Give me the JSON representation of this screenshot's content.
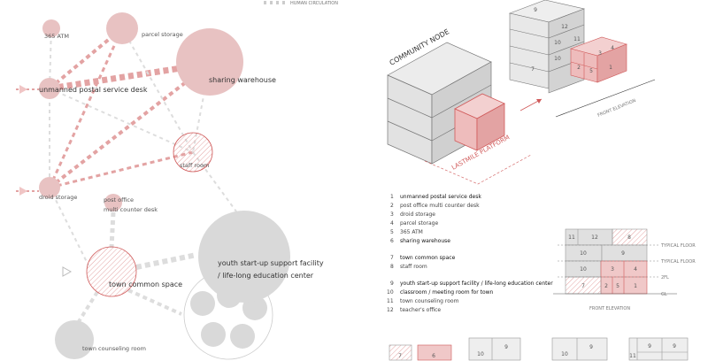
{
  "legend_top": {
    "label": "HUMAN CIRCULATION"
  },
  "bubbles": {
    "atm": "365 ATM",
    "parcel": "parcel storage",
    "warehouse": "sharing warehouse",
    "postal_desk": "unmanned postal service desk",
    "staff": "staff room",
    "droid": "droid storage",
    "post_office_1": "post office",
    "post_office_2": "multi counter desk",
    "youth_1": "youth start-up support facility",
    "youth_2": "/ life-long education center",
    "town_common": "town common space",
    "counseling": "town counseling room"
  },
  "axon": {
    "community_node": "COMMUNITY NODE",
    "lastmile": "LASTMILE PLATFORM",
    "front_elevation": "FRONT ELEVATION",
    "stack_numbers": [
      "9",
      "12",
      "10",
      "11",
      "10",
      "3",
      "4",
      "7",
      "2",
      "5",
      "1"
    ]
  },
  "program_list": [
    {
      "n": "1",
      "t": "unmanned postal service desk",
      "bold": true
    },
    {
      "n": "2",
      "t": "post office multi counter desk",
      "bold": false
    },
    {
      "n": "3",
      "t": "droid storage",
      "bold": false
    },
    {
      "n": "4",
      "t": "parcel storage",
      "bold": false
    },
    {
      "n": "5",
      "t": "365 ATM",
      "bold": false
    },
    {
      "n": "6",
      "t": "sharing warehouse",
      "bold": true
    },
    {
      "n": "7",
      "t": "town common space",
      "bold": true
    },
    {
      "n": "8",
      "t": "staff room",
      "bold": false
    },
    {
      "n": "9",
      "t": "youth start-up support facility / life-long education center",
      "bold": true
    },
    {
      "n": "10",
      "t": "classroom / meeting room for town",
      "bold": true
    },
    {
      "n": "11",
      "t": "town counseling room",
      "bold": false
    },
    {
      "n": "12",
      "t": "teacher's office",
      "bold": false
    }
  ],
  "elevation": {
    "title": "FRONT ELEVATION",
    "levels": [
      "TYPICAL FLOOR",
      "TYPICAL FLOOR",
      "2FL",
      "GL"
    ],
    "cells": [
      "11",
      "12",
      "8",
      "10",
      "9",
      "10",
      "3",
      "4",
      "7",
      "2",
      "5",
      "1"
    ]
  },
  "plans": [
    "7",
    "6",
    "10",
    "9",
    "10",
    "9",
    "11",
    "9",
    "9"
  ],
  "colors": {
    "accent": "#e8b4b4",
    "accent_line": "#d05a5a",
    "gray": "#d9d9d9",
    "dash_pink": "#e3a3a3"
  }
}
